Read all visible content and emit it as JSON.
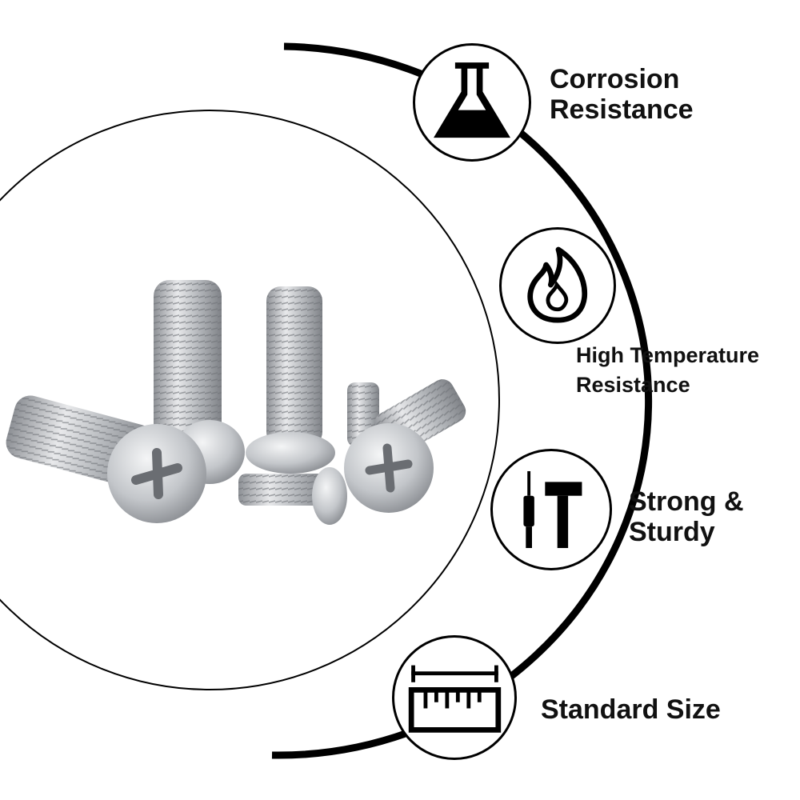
{
  "features": [
    {
      "icon": "flask-icon",
      "lines": [
        "Corrosion",
        "Resistance"
      ]
    },
    {
      "icon": "flame-icon",
      "lines": [
        "High Temperature",
        "Resistance"
      ]
    },
    {
      "icon": "screwdriver-hammer-icon",
      "lines": [
        "Strong &",
        "Sturdy"
      ]
    },
    {
      "icon": "ruler-icon",
      "lines": [
        "Standard Size"
      ]
    }
  ],
  "colors": {
    "ink": "#000000",
    "metal": "#b9bcc0"
  }
}
